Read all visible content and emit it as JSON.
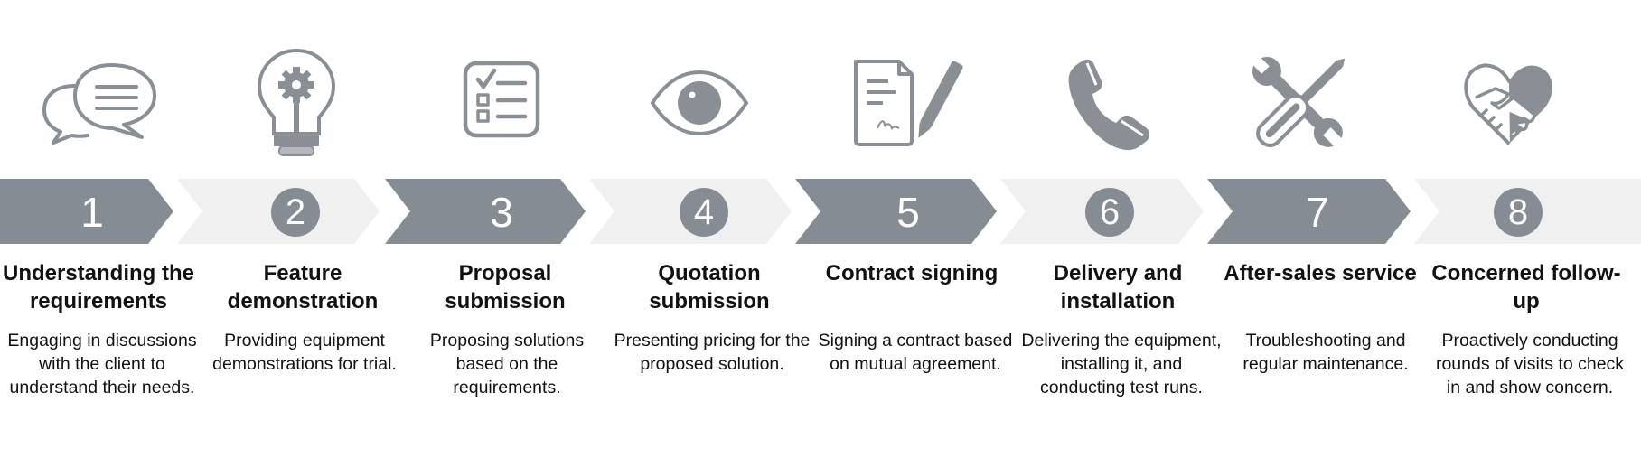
{
  "colors": {
    "dark_chevron": "#868c93",
    "light_chevron": "#f0f0f0",
    "icon": "#8a8f96",
    "circle": "#868c93",
    "text": "#111111"
  },
  "steps": [
    {
      "number": "1",
      "title": "Understanding the requirements",
      "description": "Engaging in discussions with the client to understand their needs.",
      "icon": "speech-bubbles-icon"
    },
    {
      "number": "2",
      "title": "Feature demonstration",
      "description": "Providing equipment demonstrations for trial.",
      "icon": "lightbulb-gear-icon"
    },
    {
      "number": "3",
      "title": "Proposal submission",
      "description": "Proposing solutions based on the requirements.",
      "icon": "checklist-icon"
    },
    {
      "number": "4",
      "title": "Quotation submission",
      "description": "Presenting pricing for the proposed solution.",
      "icon": "eye-icon"
    },
    {
      "number": "5",
      "title": "Contract signing",
      "description": "Signing a contract based on mutual agreement.",
      "icon": "contract-pen-icon"
    },
    {
      "number": "6",
      "title": "Delivery and installation",
      "description": "Delivering the equipment, installing it, and conducting test runs.",
      "icon": "telephone-icon"
    },
    {
      "number": "7",
      "title": "After-sales service",
      "description": "Troubleshooting and regular maintenance.",
      "icon": "tools-icon"
    },
    {
      "number": "8",
      "title": "Concerned follow-up",
      "description": "Proactively conducting rounds of visits to check in and show concern.",
      "icon": "heart-handshake-icon"
    }
  ]
}
